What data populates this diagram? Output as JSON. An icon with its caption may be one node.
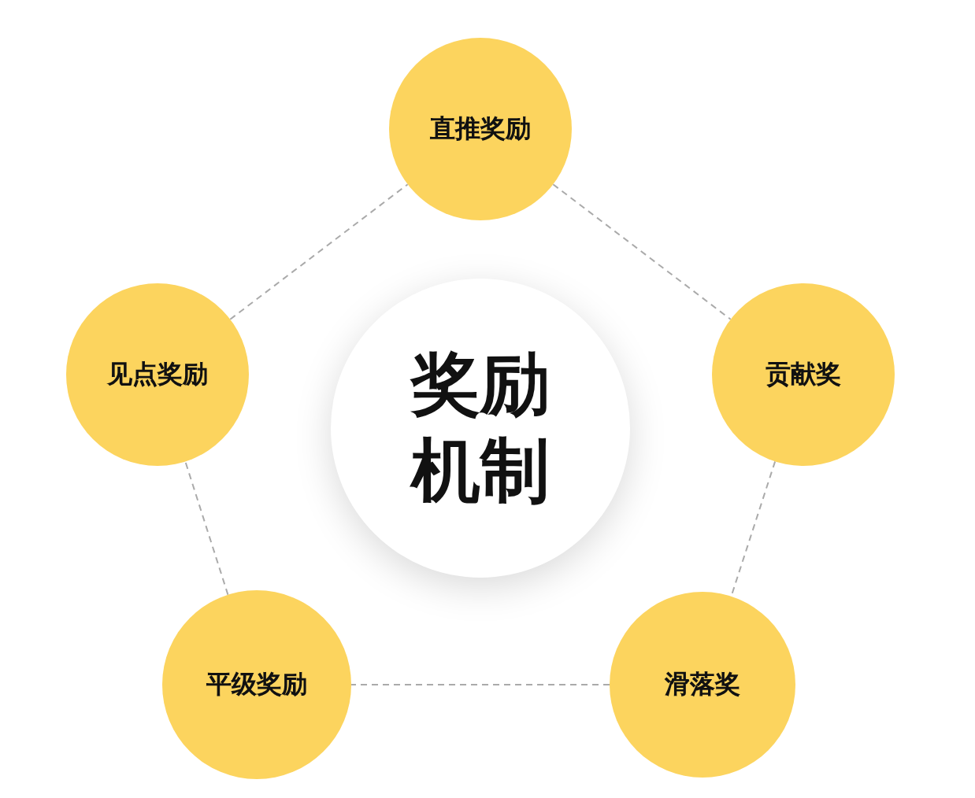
{
  "diagram": {
    "nodes": [
      {
        "text": [
          "奖励机制"
        ]
      },
      {
        "text": [
          "直推奖励"
        ]
      },
      {
        "text": [
          "见点奖励"
        ]
      },
      {
        "text": [
          "贡献奖"
        ]
      },
      {
        "text": [
          "平级奖励"
        ]
      },
      {
        "text": [
          "滑落奖"
        ]
      }
    ],
    "edges": [
      {
        "from": 1,
        "to": 3,
        "arrow": "none",
        "style": "dashed"
      },
      {
        "from": 3,
        "to": 5,
        "arrow": "none",
        "style": "dashed"
      },
      {
        "from": 5,
        "to": 4,
        "arrow": "none",
        "style": "dashed"
      },
      {
        "from": 4,
        "to": 2,
        "arrow": "none",
        "style": "dashed"
      },
      {
        "from": 2,
        "to": 1,
        "arrow": "none",
        "style": "dashed"
      }
    ]
  }
}
